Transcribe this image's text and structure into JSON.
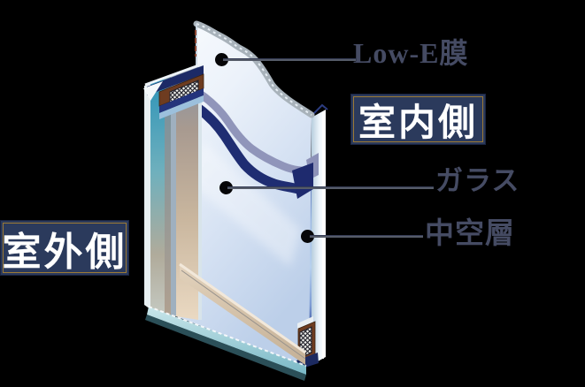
{
  "diagram": {
    "labels": {
      "low_e_film": "Low-E膜",
      "indoor_side": "室内側",
      "glass": "ガラス",
      "air_layer": "中空層",
      "outdoor_side": "室外側"
    },
    "colors": {
      "background": "#000000",
      "label_text": "#454b63",
      "side_box_bg": "#2b3a5c",
      "side_box_border_gold": "#9c7a35",
      "side_box_text": "#ffffff",
      "leader_line": "#555b68",
      "low_e_stripe_navy": "#1f2d72",
      "torn_edge_periwinkle": "#9095ba",
      "glass_pale_blue": "#dce8f6",
      "air_gap_blue": "#3a5cae",
      "spacer_brown": "#6e3c20",
      "frame_teal": "#2e94b8",
      "frame_tan": "#cdbaa2"
    }
  }
}
